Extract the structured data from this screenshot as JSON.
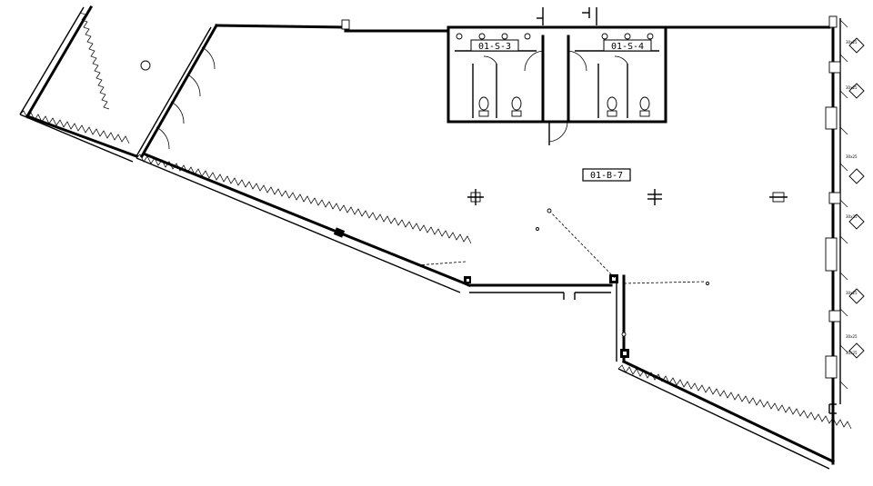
{
  "rooms": {
    "washroom_left": "01-S-3",
    "washroom_right": "01-S-4",
    "main_space": "01-B-7"
  },
  "window_tags": [
    "30x25",
    "30x25",
    "30x25",
    "30x25",
    "30x25",
    "30x25",
    "30x25"
  ],
  "colors": {
    "line": "#000000",
    "background": "#ffffff"
  }
}
